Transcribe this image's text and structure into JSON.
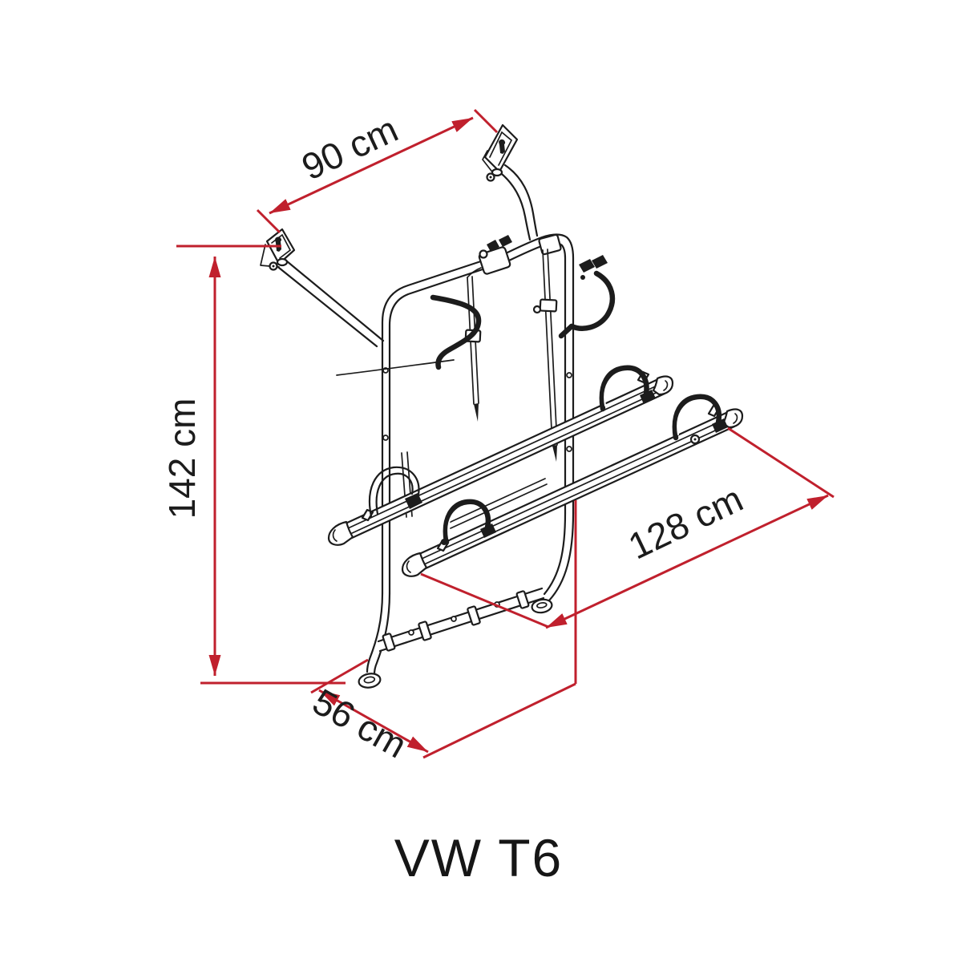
{
  "diagram": {
    "caption": "VW T6",
    "dimensions": {
      "top_width": "90 cm",
      "height": "142 cm",
      "length": "128 cm",
      "depth": "56 cm"
    },
    "colors": {
      "dimension": "#c0202d",
      "ink": "#1c1c1c",
      "background": "#ffffff"
    }
  }
}
